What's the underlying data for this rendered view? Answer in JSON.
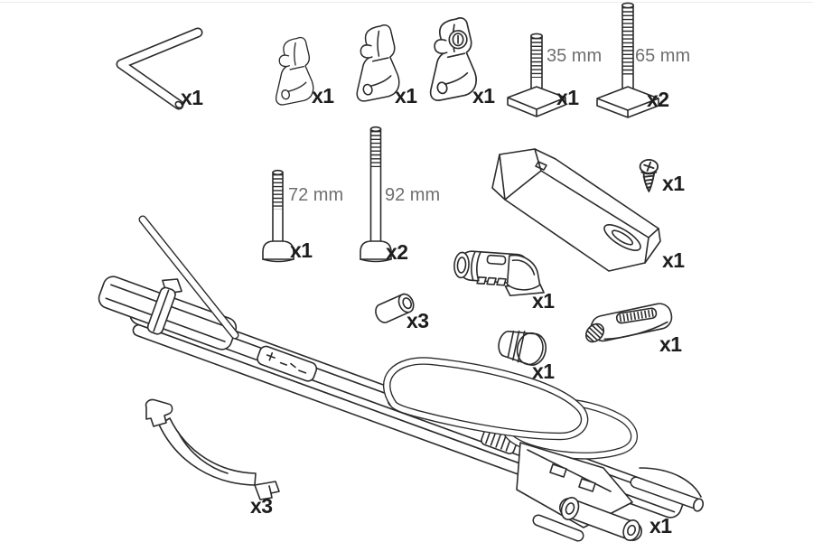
{
  "figure": {
    "type": "exploded-parts-diagram",
    "background": "#ffffff",
    "line_color": "#2b2b2b",
    "qty_label_color": "#1d1d1d",
    "dimension_label_color": "#6f6f6f"
  },
  "parts": [
    {
      "id": "hex-key",
      "qty": "x1"
    },
    {
      "id": "holder-claw-small",
      "qty": "x1"
    },
    {
      "id": "holder-claw-medium",
      "qty": "x1"
    },
    {
      "id": "holder-claw-lock",
      "qty": "x1"
    },
    {
      "id": "t-bolt-35",
      "length": "35 mm",
      "qty": "x1"
    },
    {
      "id": "t-bolt-65",
      "length": "65 mm",
      "qty": "x2"
    },
    {
      "id": "t-bolt-72",
      "length": "72 mm",
      "qty": "x1"
    },
    {
      "id": "t-bolt-92",
      "length": "92 mm",
      "qty": "x2"
    },
    {
      "id": "screw",
      "qty": "x1"
    },
    {
      "id": "adapter-wedge",
      "qty": "x1"
    },
    {
      "id": "lock-cylinder",
      "qty": "x1"
    },
    {
      "id": "spacer-sleeve",
      "qty": "x3"
    },
    {
      "id": "end-cap",
      "qty": "x1"
    },
    {
      "id": "rubber-sleeve",
      "qty": "x1"
    },
    {
      "id": "wheel-strap",
      "qty": "x3"
    },
    {
      "id": "bike-tray-assembly",
      "qty": "x1"
    }
  ]
}
